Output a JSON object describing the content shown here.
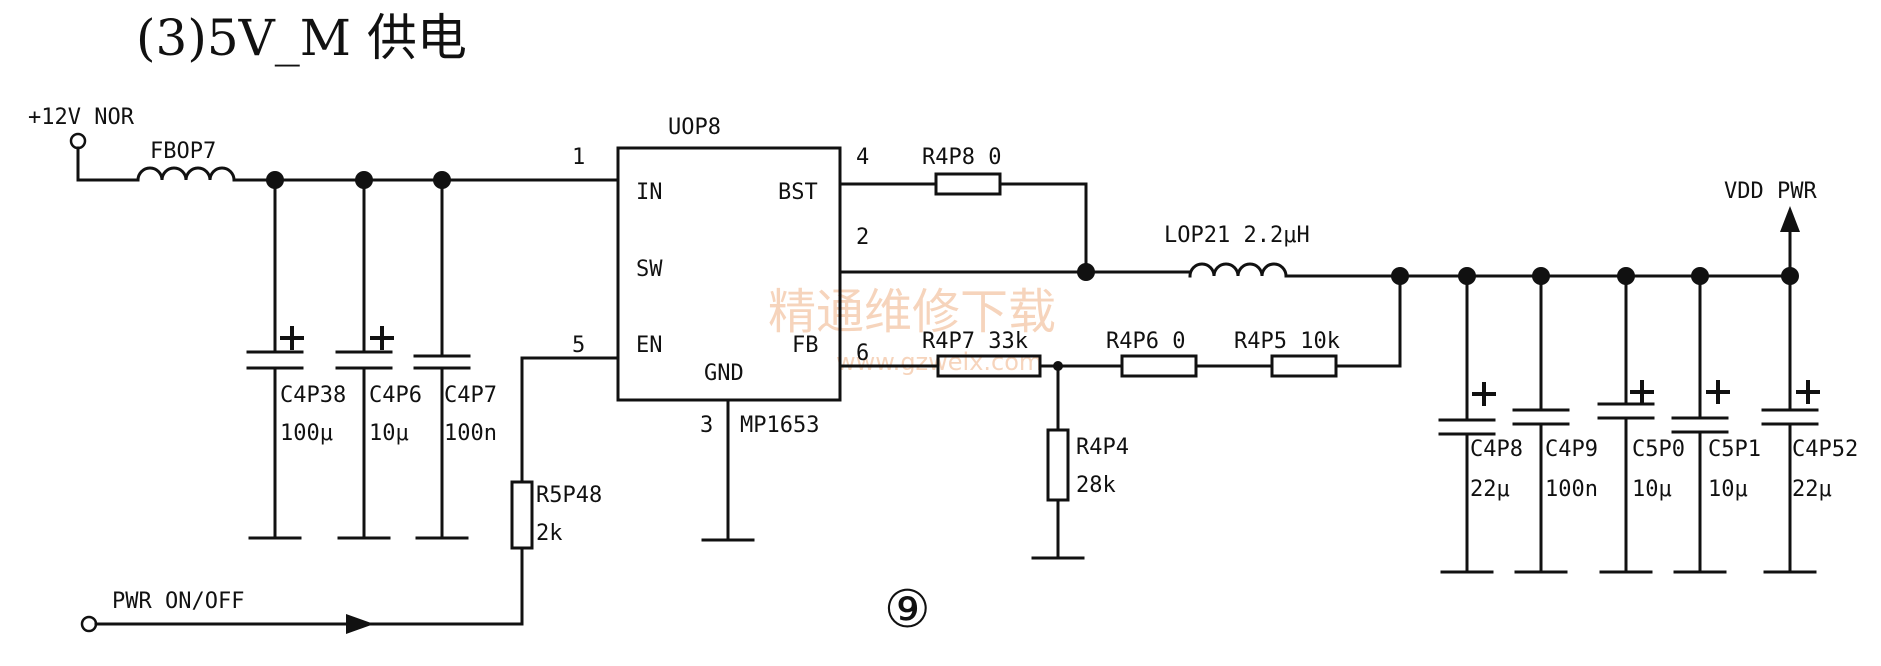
{
  "title": "(3)5V_M 供电",
  "figure_number": "⑨",
  "watermark": {
    "line1": "精通维修下载",
    "line2": "www.gzweix.com"
  },
  "nets": {
    "input": "+12V NOR",
    "output": "VDD PWR",
    "enable": "PWR ON/OFF"
  },
  "ic": {
    "ref": "UOP8",
    "part": "MP1653",
    "pins": {
      "in": {
        "num": "1",
        "name": "IN"
      },
      "bst": {
        "num": "4",
        "name": "BST"
      },
      "sw": {
        "num": "2",
        "name": "SW"
      },
      "en": {
        "num": "5",
        "name": "EN"
      },
      "fb": {
        "num": "6",
        "name": "FB"
      },
      "gnd": {
        "num": "3",
        "name": "GND"
      }
    }
  },
  "components": {
    "fbop7": "FBOP7",
    "r4p8": "R4P8  0",
    "lop21": "LOP21  2.2μH",
    "r4p7": "R4P7  33k",
    "r4p6": "R4P6  0",
    "r4p5": "R4P5  10k",
    "r4p4_ref": "R4P4",
    "r4p4_val": "28k",
    "r5p48_ref": "R5P48",
    "r5p48_val": "2k",
    "c4p38_ref": "C4P38",
    "c4p38_val": "100μ",
    "c4p6_ref": "C4P6",
    "c4p6_val": "10μ",
    "c4p7_ref": "C4P7",
    "c4p7_val": "100n",
    "c4p8_ref": "C4P8",
    "c4p8_val": "22μ",
    "c4p9_ref": "C4P9",
    "c4p9_val": "100n",
    "c5p0_ref": "C5P0",
    "c5p0_val": "10μ",
    "c5p1_ref": "C5P1",
    "c5p1_val": "10μ",
    "c4p52_ref": "C4P52",
    "c4p52_val": "22μ"
  }
}
